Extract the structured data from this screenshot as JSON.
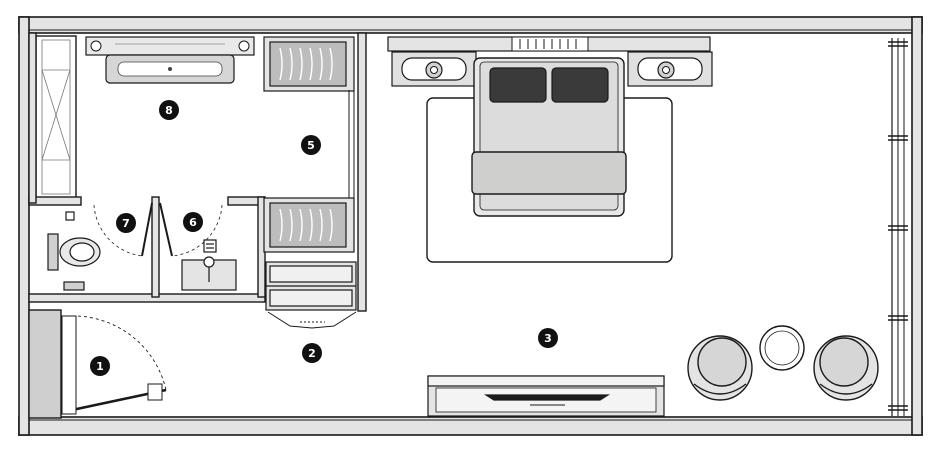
{
  "diagram": {
    "type": "hotel room floor plan",
    "markers": [
      "1",
      "2",
      "3",
      "5",
      "6",
      "7",
      "8"
    ],
    "colors": {
      "wall": "#1a1a1a",
      "wall_fill": "#e4e4e4",
      "fixture_fill": "#d9d9d9",
      "marker_bg": "#111111",
      "marker_text": "#ffffff"
    }
  }
}
